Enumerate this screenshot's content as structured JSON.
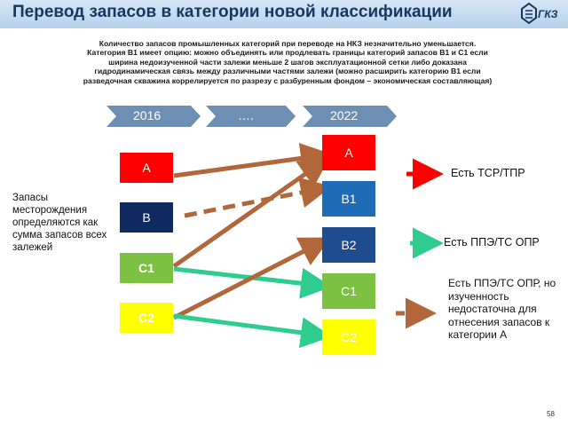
{
  "header": {
    "title": "Перевод запасов в категории новой классификации",
    "logo_text": "ГКЗ"
  },
  "intro_lines": [
    "Количество запасов промышленных категорий при переводе на НКЗ незначительно уменьшается.",
    "Категория В1 имеет опцию: можно объединять или продлевать границы категорий запасов В1 и С1 если",
    "ширина недоизученной части залежи меньше 2 шагов эксплуатационной сетки либо доказана",
    "гидродинамическая связь между различными частями залежи (можно расширить категорию В1 если",
    "разведочная скважина коррелируется по разрезу с разбуренным фондом – экономическая составляющая)"
  ],
  "timeline": {
    "start": "2016",
    "middle": "….",
    "end": "2022"
  },
  "side_label": "Запасы месторождения определяются как сумма запасов всех залежей",
  "left_boxes": [
    {
      "label": "A",
      "color": "#ff0000",
      "text_color": "#ffffff"
    },
    {
      "label": "B",
      "color": "#0f2a5e",
      "text_color": "#ffffff"
    },
    {
      "label": "C1",
      "color": "#7cc142",
      "text_color": "#ffffff"
    },
    {
      "label": "C2",
      "color": "#ffff00",
      "text_color": "#ffffff"
    }
  ],
  "right_boxes": [
    {
      "label": "A",
      "color": "#ff0000",
      "text_color": "#ffffff"
    },
    {
      "label": "B1",
      "color": "#1f6bb5",
      "text_color": "#ffffff"
    },
    {
      "label": "B2",
      "color": "#1f4b8f",
      "text_color": "#ffffff"
    },
    {
      "label": "C1",
      "color": "#7cc142",
      "text_color": "#ffffff"
    },
    {
      "label": "C2",
      "color": "#ffff00",
      "text_color": "#ffffff"
    }
  ],
  "legend": [
    {
      "text": "Есть ТСР/ТПР",
      "arrow_color": "#ff0000",
      "dashed": false
    },
    {
      "text": "Есть ППЭ/ТС ОПР",
      "arrow_color": "#2ecc8f",
      "dashed": false
    },
    {
      "text": "Есть ППЭ/ТС ОПР, но изученность недостаточна для отнесения запасов к категории А",
      "arrow_color": "#b2673a",
      "dashed": true
    }
  ],
  "colors": {
    "brown_arrow": "#b2673a",
    "green_arrow": "#2ecc8f",
    "chevron_fill": "#6d8fb3",
    "header_text": "#17375e"
  },
  "page_number": "58"
}
